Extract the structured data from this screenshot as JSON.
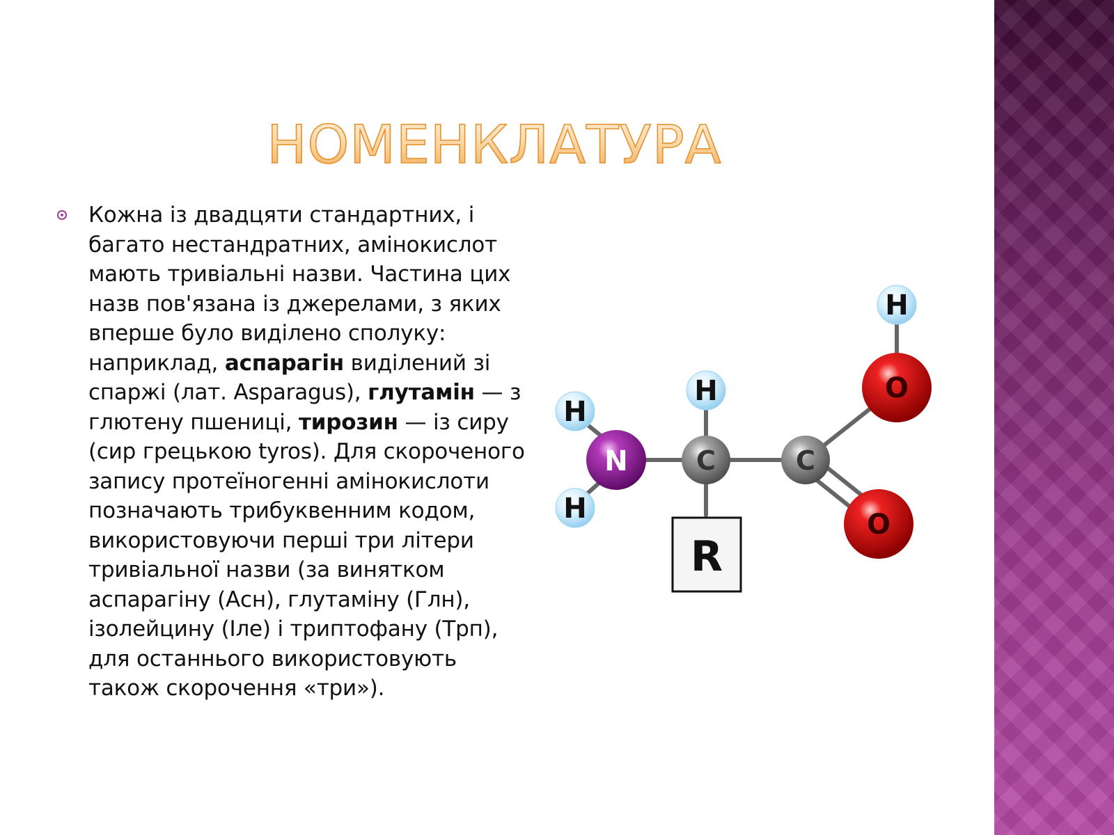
{
  "slide": {
    "title": "НОМЕНКЛАТУРА",
    "paragraph": {
      "segments": [
        {
          "text": "Кожна із двадцяти стандартних, і багато нестандратних, амінокислот мають тривіальні назви. Частина цих назв пов'язана із джерелами, з яких вперше було виділено сполуку: наприклад, ",
          "bold": false
        },
        {
          "text": "аспарагін",
          "bold": true
        },
        {
          "text": " виділений зі спаржі (лат. Asparagus), ",
          "bold": false
        },
        {
          "text": "глутамін",
          "bold": true
        },
        {
          "text": " — з глютену пшениці, ",
          "bold": false
        },
        {
          "text": "тирозин",
          "bold": true
        },
        {
          "text": " — із сиру (сир грецькою tyros). Для скороченого запису протеїногенні амінокислоти позначають трибуквенним кодом, використовуючи перші три літери тривіальної назви (за винятком аспарагіну (Асн), глутаміну (Глн), ізолейцину (Іле) і триптофану (Трп), для останнього використовують також скорочення «три»).",
          "bold": false
        }
      ]
    }
  },
  "molecule": {
    "atoms": {
      "h_hydroxyl": "H",
      "o_hydroxyl": "O",
      "h_alpha": "H",
      "h_amine_top": "H",
      "n_amine": "N",
      "c_alpha": "C",
      "c_carboxyl": "C",
      "h_amine_bottom": "H",
      "o_carbonyl": "O",
      "r_group": "R"
    }
  },
  "colors": {
    "title_fill": "#fbd9a8",
    "title_stroke": "#e49433",
    "band_top": "#3e0c36",
    "band_bottom": "#b64aa6",
    "bullet": "#9c3d90",
    "nitrogen": "#8b1a96",
    "oxygen": "#d40f12",
    "carbon": "#8e8e8e",
    "hydrogen": "#c7e9fb"
  }
}
